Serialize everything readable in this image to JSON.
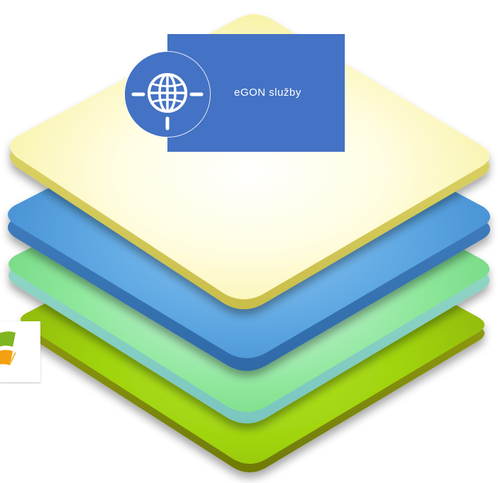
{
  "diagram": {
    "layers": [
      {
        "id": "bottom-olive",
        "color_top": "#9fd30f",
        "color_side": "#8a9a0a"
      },
      {
        "id": "green",
        "color_top": "#7ee38a",
        "color_side": "#8fd0c8"
      },
      {
        "id": "blue",
        "color_top": "#5aa4e0",
        "color_side": "#3d7fc0"
      },
      {
        "id": "top-cream",
        "color_top": "#fffde8",
        "color_side": "#d9d26c"
      }
    ],
    "service_card": {
      "label": "eGON služby",
      "color": "#4472c4",
      "icon": "globe-icon"
    },
    "corner_logo": {
      "icon": "windows-logo-icon"
    }
  }
}
